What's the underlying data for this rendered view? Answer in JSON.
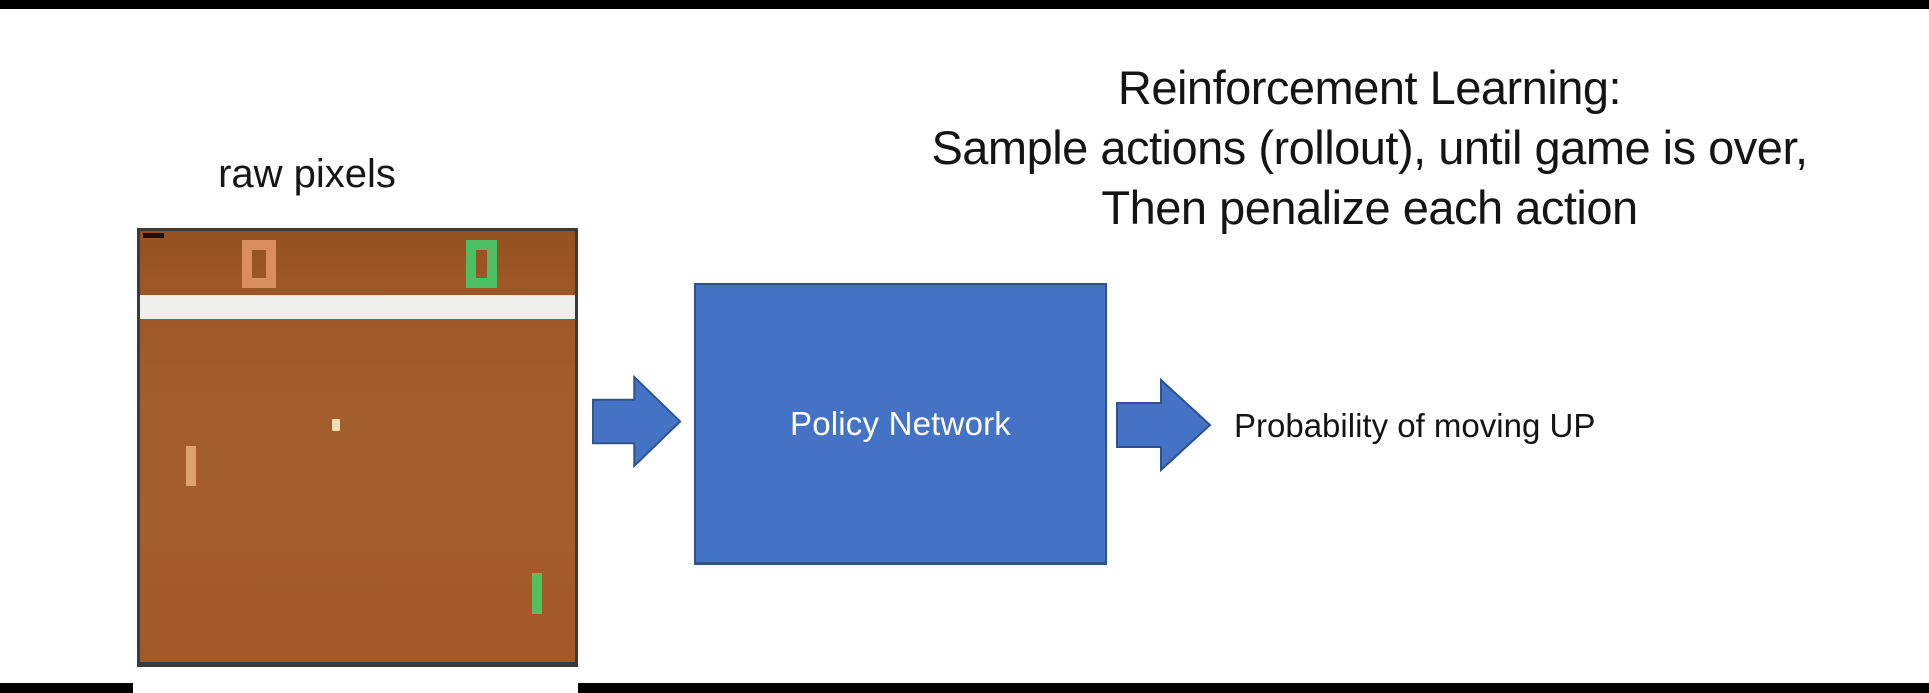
{
  "title_block": {
    "line1": "Reinforcement Learning:",
    "line2": "Sample actions (rollout), until game is over,",
    "line3": "Then penalize each action"
  },
  "game": {
    "label": "raw pixels",
    "left_score": "0",
    "right_score": "0"
  },
  "policy_box": {
    "label": "Policy Network"
  },
  "output": {
    "label": "Probability of moving UP"
  },
  "colors": {
    "accent_blue": "#4472C4",
    "accent_blue_border": "#2F528F",
    "game_brown": "#A2592A",
    "game_brown_dark": "#94511F",
    "score_orange": "#D98E5F",
    "score_green": "#4CBE63",
    "paddle_tan": "#DFA26E",
    "paddle_green": "#53C05C",
    "ball_cream": "#F2DDB5",
    "band_white": "#EFEFED",
    "frame_gray": "#3A3A3C",
    "letterbox_black": "#000000"
  }
}
